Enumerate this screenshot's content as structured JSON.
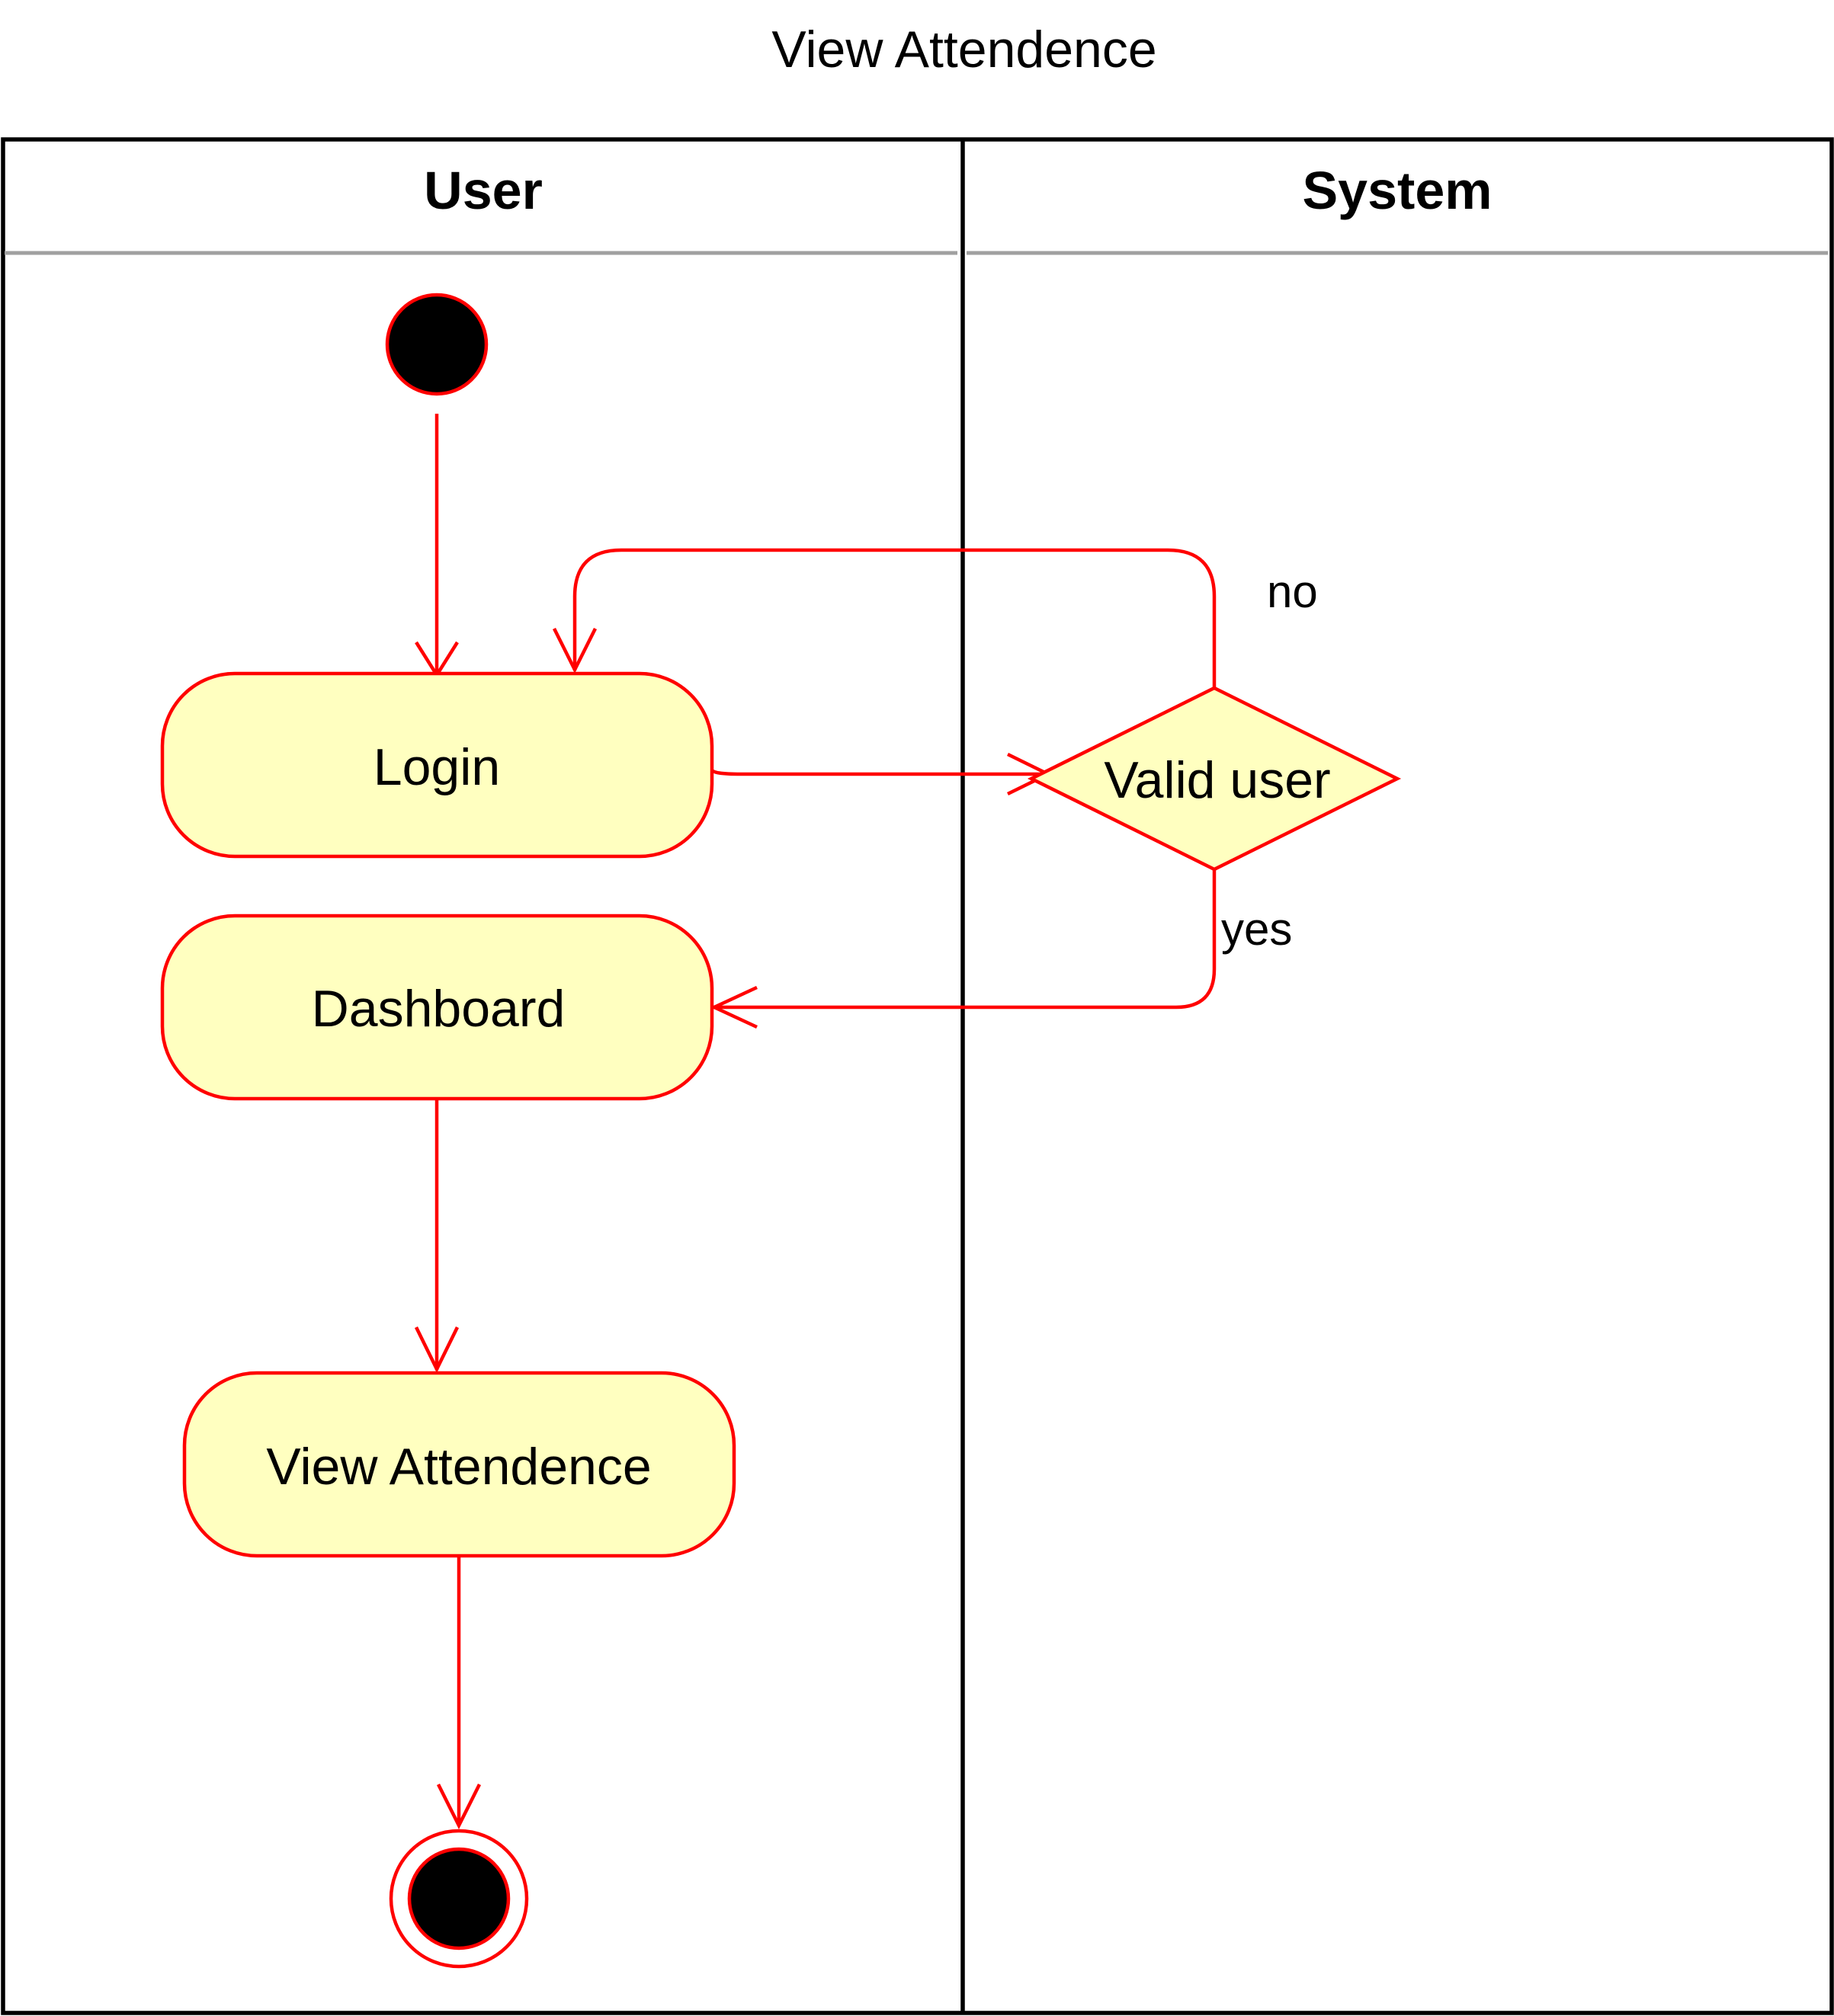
{
  "title": "View Attendence",
  "lanes": [
    {
      "label": "User"
    },
    {
      "label": "System"
    }
  ],
  "nodes": {
    "login": "Login",
    "dashboard": "Dashboard",
    "view_attendence": "View Attendence",
    "decision": "Valid user"
  },
  "guards": {
    "no": "no",
    "yes": "yes"
  },
  "colors": {
    "stroke": "#ff0000",
    "activity_fill": "#ffffc0",
    "node_fill": "#000000",
    "lane_border": "#000000",
    "header_rule": "#a0a0a0"
  }
}
